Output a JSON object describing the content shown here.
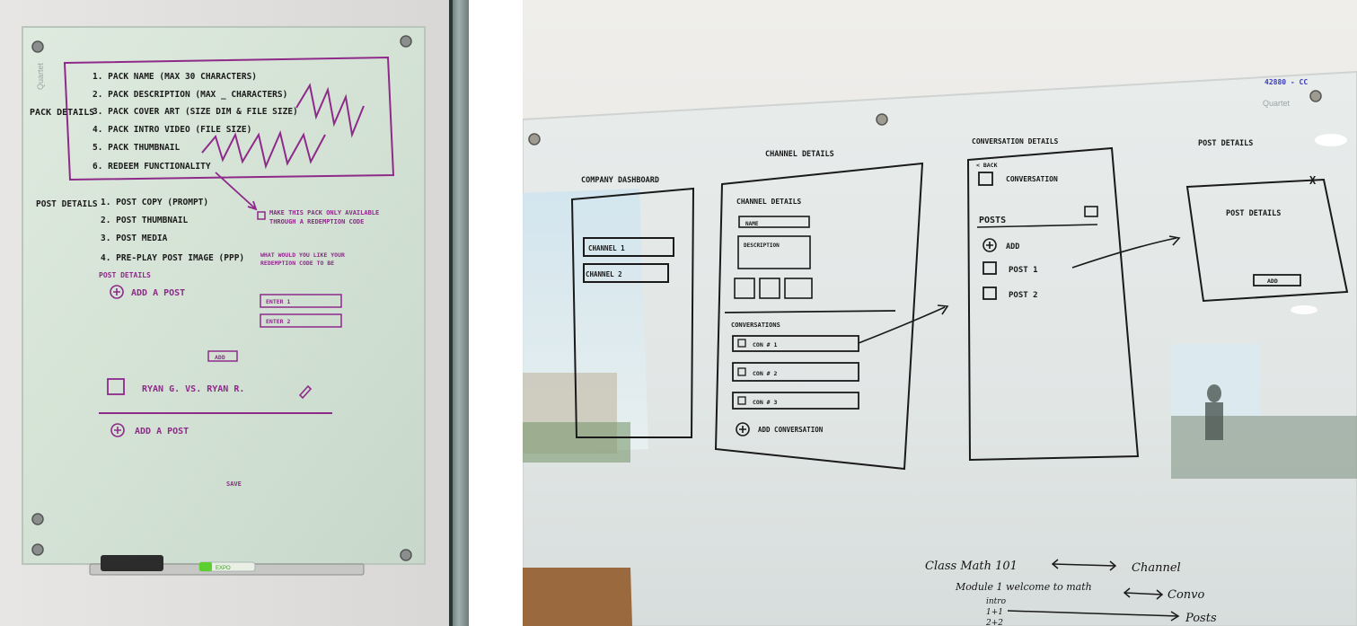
{
  "left_board": {
    "brand": "Quartet",
    "pack_details_label": "PACK DETAILS",
    "pack_items": [
      "1. PACK NAME (MAX 30 CHARACTERS)",
      "2. PACK DESCRIPTION (MAX _ CHARACTERS)",
      "3. PACK COVER ART (SIZE DIM & FILE SIZE)",
      "4. PACK INTRO VIDEO (FILE SIZE)",
      "5. PACK THUMBNAIL",
      "6. REDEEM FUNCTIONALITY"
    ],
    "post_details_label": "POST DETAILS",
    "post_items": [
      "1. POST COPY (PROMPT)",
      "2. POST THUMBNAIL",
      "3. POST MEDIA",
      "4. PRE-PLAY POST IMAGE (PPP)"
    ],
    "post_details_sub": "POST DETAILS",
    "add_post_1": "ADD A POST",
    "checkbox_note": "MAKE THIS PACK ONLY AVAILABLE THROUGH A REDEMPTION CODE",
    "question_note": "WHAT WOULD YOU LIKE YOUR REDEMPTION CODE TO BE",
    "enter_1": "ENTER 1",
    "enter_2": "ENTER 2",
    "add_button": "ADD",
    "post_row": "RYAN G. VS. RYAN R.",
    "add_post_2": "ADD A POST",
    "save": "SAVE",
    "marker_brand": "EXPO"
  },
  "right_board": {
    "brand": "Quartet",
    "corner_note": "42880 - CC",
    "company_dashboard": {
      "title": "COMPANY DASHBOARD",
      "items": [
        "CHANNEL 1",
        "CHANNEL 2"
      ]
    },
    "channel_details": {
      "title": "CHANNEL DETAILS",
      "panel_title": "CHANNEL DETAILS",
      "name_field": "NAME",
      "description_field": "DESCRIPTION",
      "conversations_label": "CONVERSATIONS",
      "conversations": [
        "CON # 1",
        "CON # 2",
        "CON # 3"
      ],
      "add": "ADD CONVERSATION"
    },
    "conversation_details": {
      "title": "CONVERSATION DETAILS",
      "back": "< BACK",
      "header": "CONVERSATION",
      "posts_label": "POSTS",
      "add": "ADD",
      "posts": [
        "POST 1",
        "POST 2"
      ]
    },
    "post_details": {
      "title": "POST DETAILS",
      "close": "X",
      "panel_title": "POST DETAILS",
      "add_button": "ADD"
    },
    "notes": {
      "line1_left": "Class Math 101",
      "line1_right": "Channel",
      "line2_left": "Module 1 welcome to math",
      "line2_right": "Convo",
      "list_items": [
        "intro",
        "1+1",
        "2+2"
      ],
      "line3_right": "Posts"
    }
  }
}
